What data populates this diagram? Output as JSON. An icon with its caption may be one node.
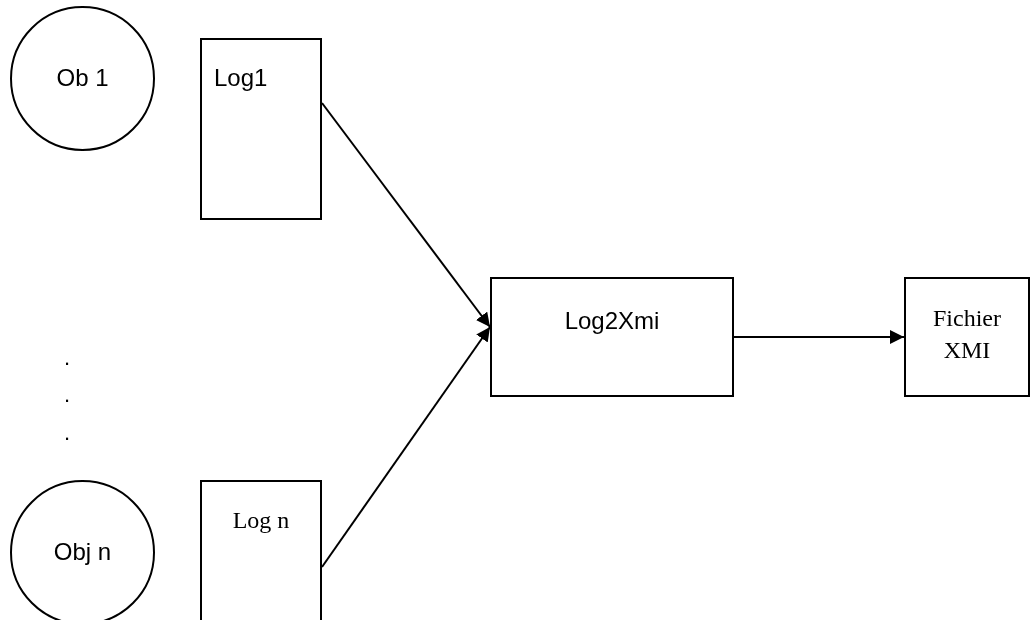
{
  "diagram": {
    "nodes": [
      {
        "text": [
          "Ob 1"
        ]
      },
      {
        "text": [
          "Log1"
        ]
      },
      {
        "text": [
          "Log2Xmi"
        ]
      },
      {
        "text": [
          "Fichier XMI"
        ]
      },
      {
        "text": [
          "Obj n"
        ]
      },
      {
        "text": [
          "Log n"
        ]
      }
    ],
    "edges": [
      {
        "from": 1,
        "to": 2,
        "arrow": "to"
      },
      {
        "from": 5,
        "to": 2,
        "arrow": "to"
      },
      {
        "from": 2,
        "to": 3,
        "arrow": "to"
      }
    ],
    "labels": [
      ".",
      ".",
      "."
    ]
  }
}
